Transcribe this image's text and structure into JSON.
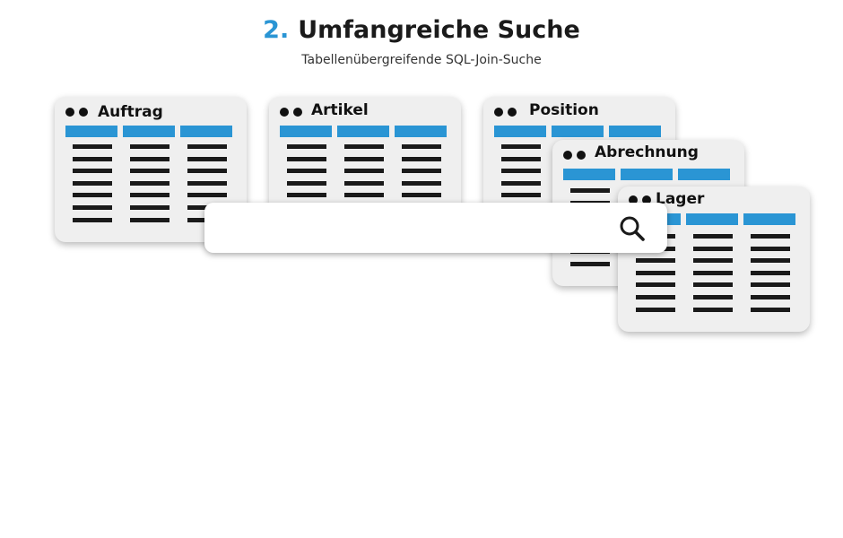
{
  "heading": {
    "number": "2.",
    "title": "Umfangreiche Suche"
  },
  "subtitle": "Tabellenübergreifende SQL-Join-Suche",
  "tables": [
    {
      "id": "auftrag",
      "name": "Auftrag"
    },
    {
      "id": "artikel",
      "name": "Artikel"
    },
    {
      "id": "position",
      "name": "Position"
    },
    {
      "id": "abrechnung",
      "name": "Abrechnung"
    },
    {
      "id": "lager",
      "name": "Lager"
    }
  ],
  "search": {
    "value": "",
    "placeholder": "",
    "icon": "search-icon"
  },
  "colors": {
    "accent": "#2a95d4",
    "card": "#efefef",
    "lines": "#1a1a1a"
  }
}
